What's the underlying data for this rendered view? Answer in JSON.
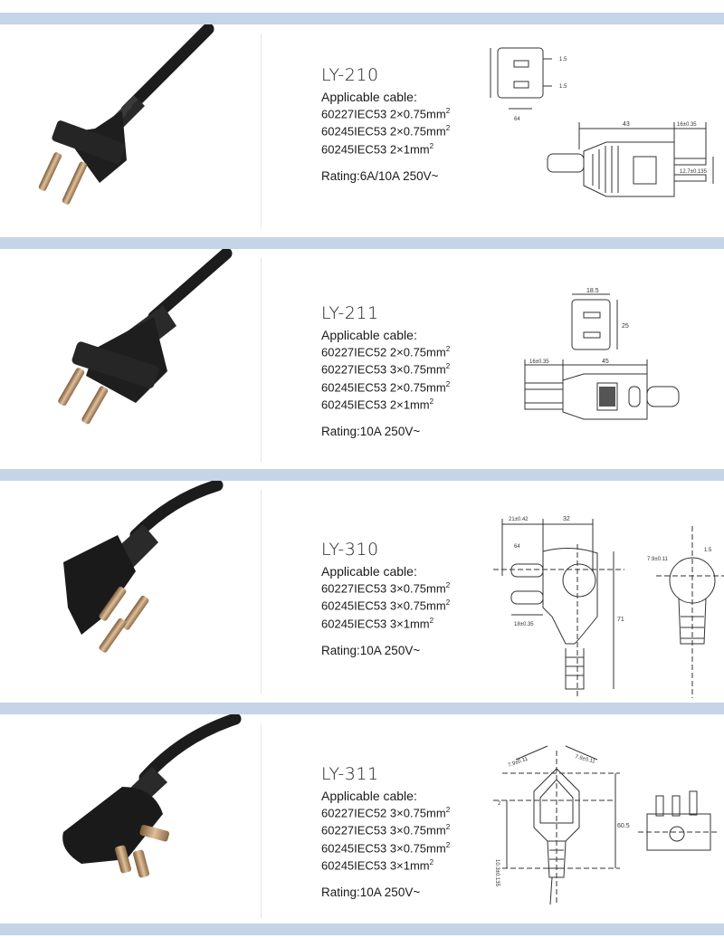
{
  "products": [
    {
      "model": "LY-210",
      "applicable_label": "Applicable cable:",
      "cables": [
        {
          "type": "60227IEC53",
          "spec": "2×0.75mm",
          "sup": "2"
        },
        {
          "type": "60245IEC53",
          "spec": "2×0.75mm",
          "sup": "2"
        },
        {
          "type": "60245IEC53",
          "spec": "2×1mm",
          "sup": "2"
        }
      ],
      "rating": "Rating:6A/10A  250V~",
      "dims": {
        "a": "1.5",
        "b": "1.5",
        "c": "64",
        "d": "43",
        "e": "16±0.35",
        "f": "12.7±0.135"
      }
    },
    {
      "model": "LY-211",
      "applicable_label": "Applicable cable:",
      "cables": [
        {
          "type": "60227IEC52",
          "spec": "2×0.75mm",
          "sup": "2"
        },
        {
          "type": "60227IEC53",
          "spec": "3×0.75mm",
          "sup": "2"
        },
        {
          "type": "60245IEC53",
          "spec": "2×0.75mm",
          "sup": "2"
        },
        {
          "type": "60245IEC53",
          "spec": "2×1mm",
          "sup": "2"
        }
      ],
      "rating": "Rating:10A  250V~",
      "dims": {
        "a": "18.5",
        "b": "25",
        "c": "16±0.35",
        "d": "45"
      }
    },
    {
      "model": "LY-310",
      "applicable_label": "Applicable cable:",
      "cables": [
        {
          "type": "60227IEC53",
          "spec": "3×0.75mm",
          "sup": "2"
        },
        {
          "type": "60245IEC53",
          "spec": "3×0.75mm",
          "sup": "2"
        },
        {
          "type": "60245IEC53",
          "spec": "3×1mm",
          "sup": "2"
        }
      ],
      "rating": "Rating:10A  250V~",
      "dims": {
        "a": "21±0.42",
        "b": "32",
        "c": "64",
        "d": "71",
        "e": "18±0.35",
        "f": "7.9±0.11",
        "g": "1.5"
      }
    },
    {
      "model": "LY-311",
      "applicable_label": "Applicable cable:",
      "cables": [
        {
          "type": "60227IEC52",
          "spec": "3×0.75mm",
          "sup": "2"
        },
        {
          "type": "60227IEC53",
          "spec": "3×0.75mm",
          "sup": "2"
        },
        {
          "type": "60245IEC53",
          "spec": "3×0.75mm",
          "sup": "2"
        },
        {
          "type": "60245IEC53",
          "spec": "3×1mm",
          "sup": "2"
        }
      ],
      "rating": "Rating:10A  250V~",
      "dims": {
        "a": "7.9±0.11",
        "b": "7.9±0.11",
        "c": "60.5",
        "d": "10.3±0.135",
        "e": "2"
      }
    }
  ]
}
